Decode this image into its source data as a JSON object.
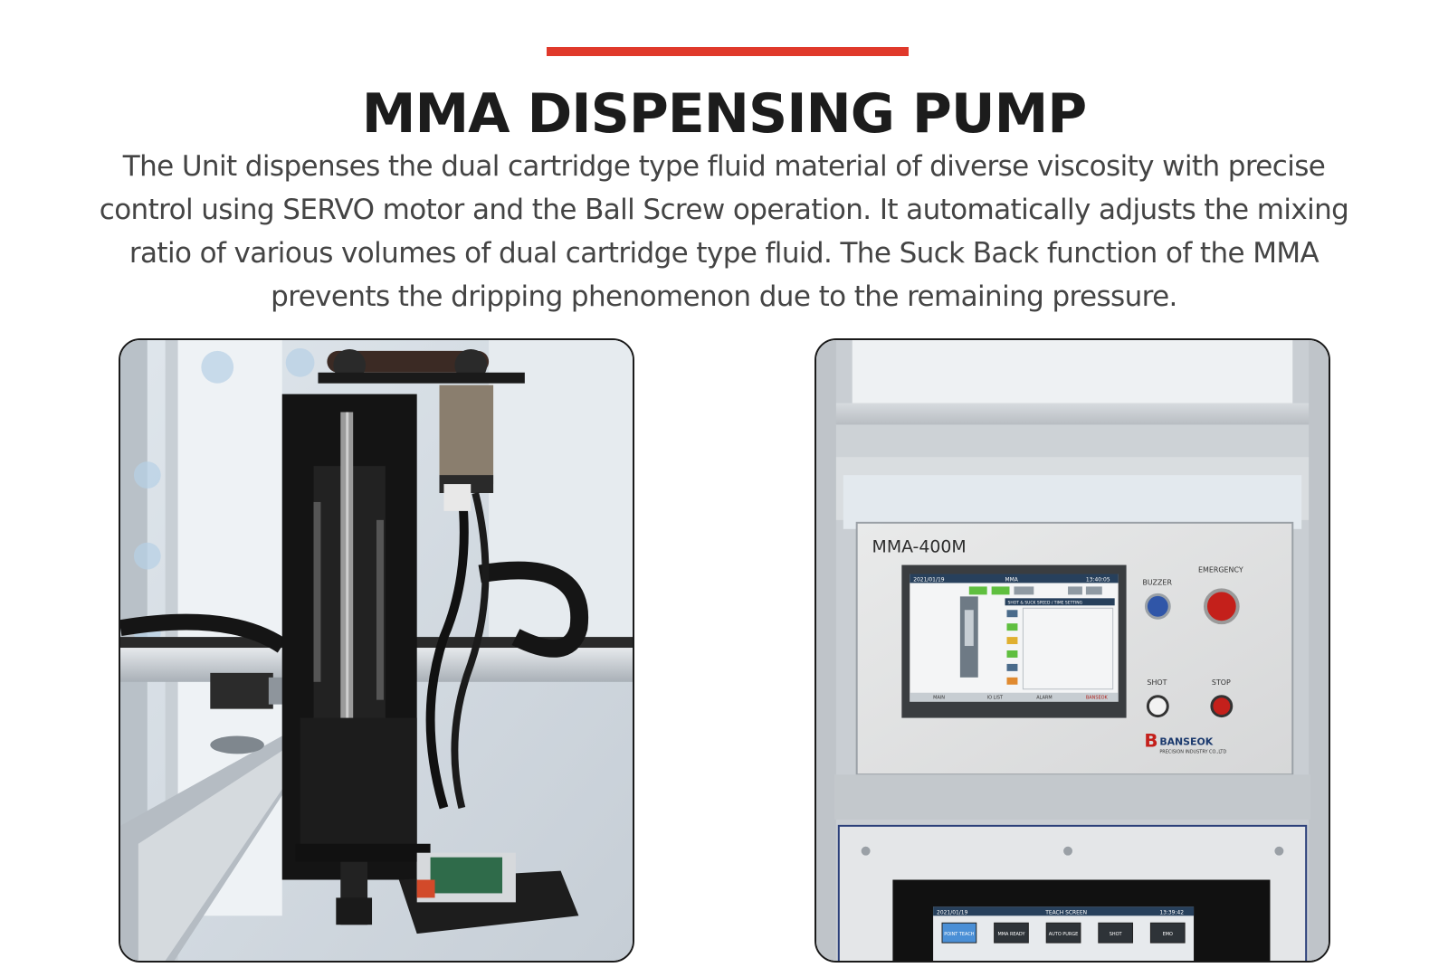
{
  "header": {
    "title": "MMA DISPENSING PUMP",
    "description": "The Unit dispenses the dual cartridge type fluid material of diverse viscosity with precise control using SERVO motor and the Ball Screw operation. It automatically adjusts the mixing ratio of various volumes of dual cartridge type fluid. The Suck Back function of the MMA prevents the dripping phenomenon due to the remaining pressure.",
    "accent_color": "#e0392b"
  },
  "photo_right": {
    "model_label": "MMA-400M",
    "buzzer_label": "BUZZER",
    "emergency_label": "EMERGENCY",
    "shot_label": "SHOT",
    "stop_label": "STOP",
    "brand_name": "BANSEOK",
    "brand_sub": "PRECISION INDUSTRY CO.,LTD",
    "hmi": {
      "date": "2021/01/19",
      "title": "MMA",
      "time": "13:40:05",
      "panel_title": "SHOT & SUCK SPEED / TIME SETTING",
      "tab_main": "MAIN",
      "tab_io": "IO LIST",
      "tab_alarm": "ALARM",
      "brand": "BANSEOK"
    },
    "teach": {
      "date": "2021/01/19",
      "title": "TEACH SCREEN",
      "time": "13:39:42",
      "buttons": [
        "POINT TEACH",
        "MMA READY",
        "AUTO PURGE",
        "SHOT",
        "EMO"
      ]
    }
  }
}
